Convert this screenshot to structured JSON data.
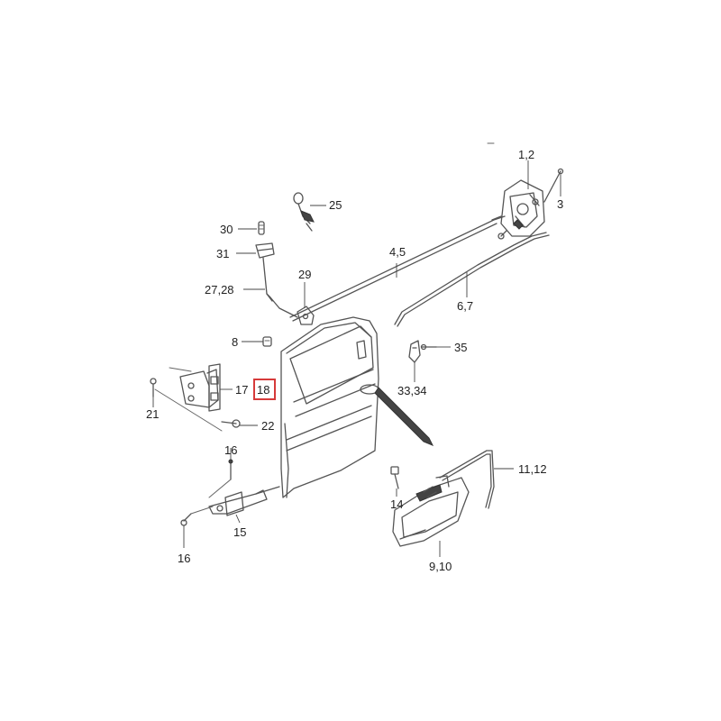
{
  "diagram": {
    "highlight_color": "#d63a3a",
    "highlighted_label": "18",
    "labels": {
      "p1_2": "1,2",
      "p3": "3",
      "p25": "25",
      "p30": "30",
      "p31": "31",
      "p4_5": "4,5",
      "p29": "29",
      "p27_28": "27,28",
      "p6_7": "6,7",
      "p8": "8",
      "p35": "35",
      "p17": "17",
      "p18": "18",
      "p21": "21",
      "p33_34": "33,34",
      "p22": "22",
      "p16a": "16",
      "p11_12": "11,12",
      "p14": "14",
      "p15": "15",
      "p16b": "16",
      "p9_10": "9,10"
    }
  }
}
